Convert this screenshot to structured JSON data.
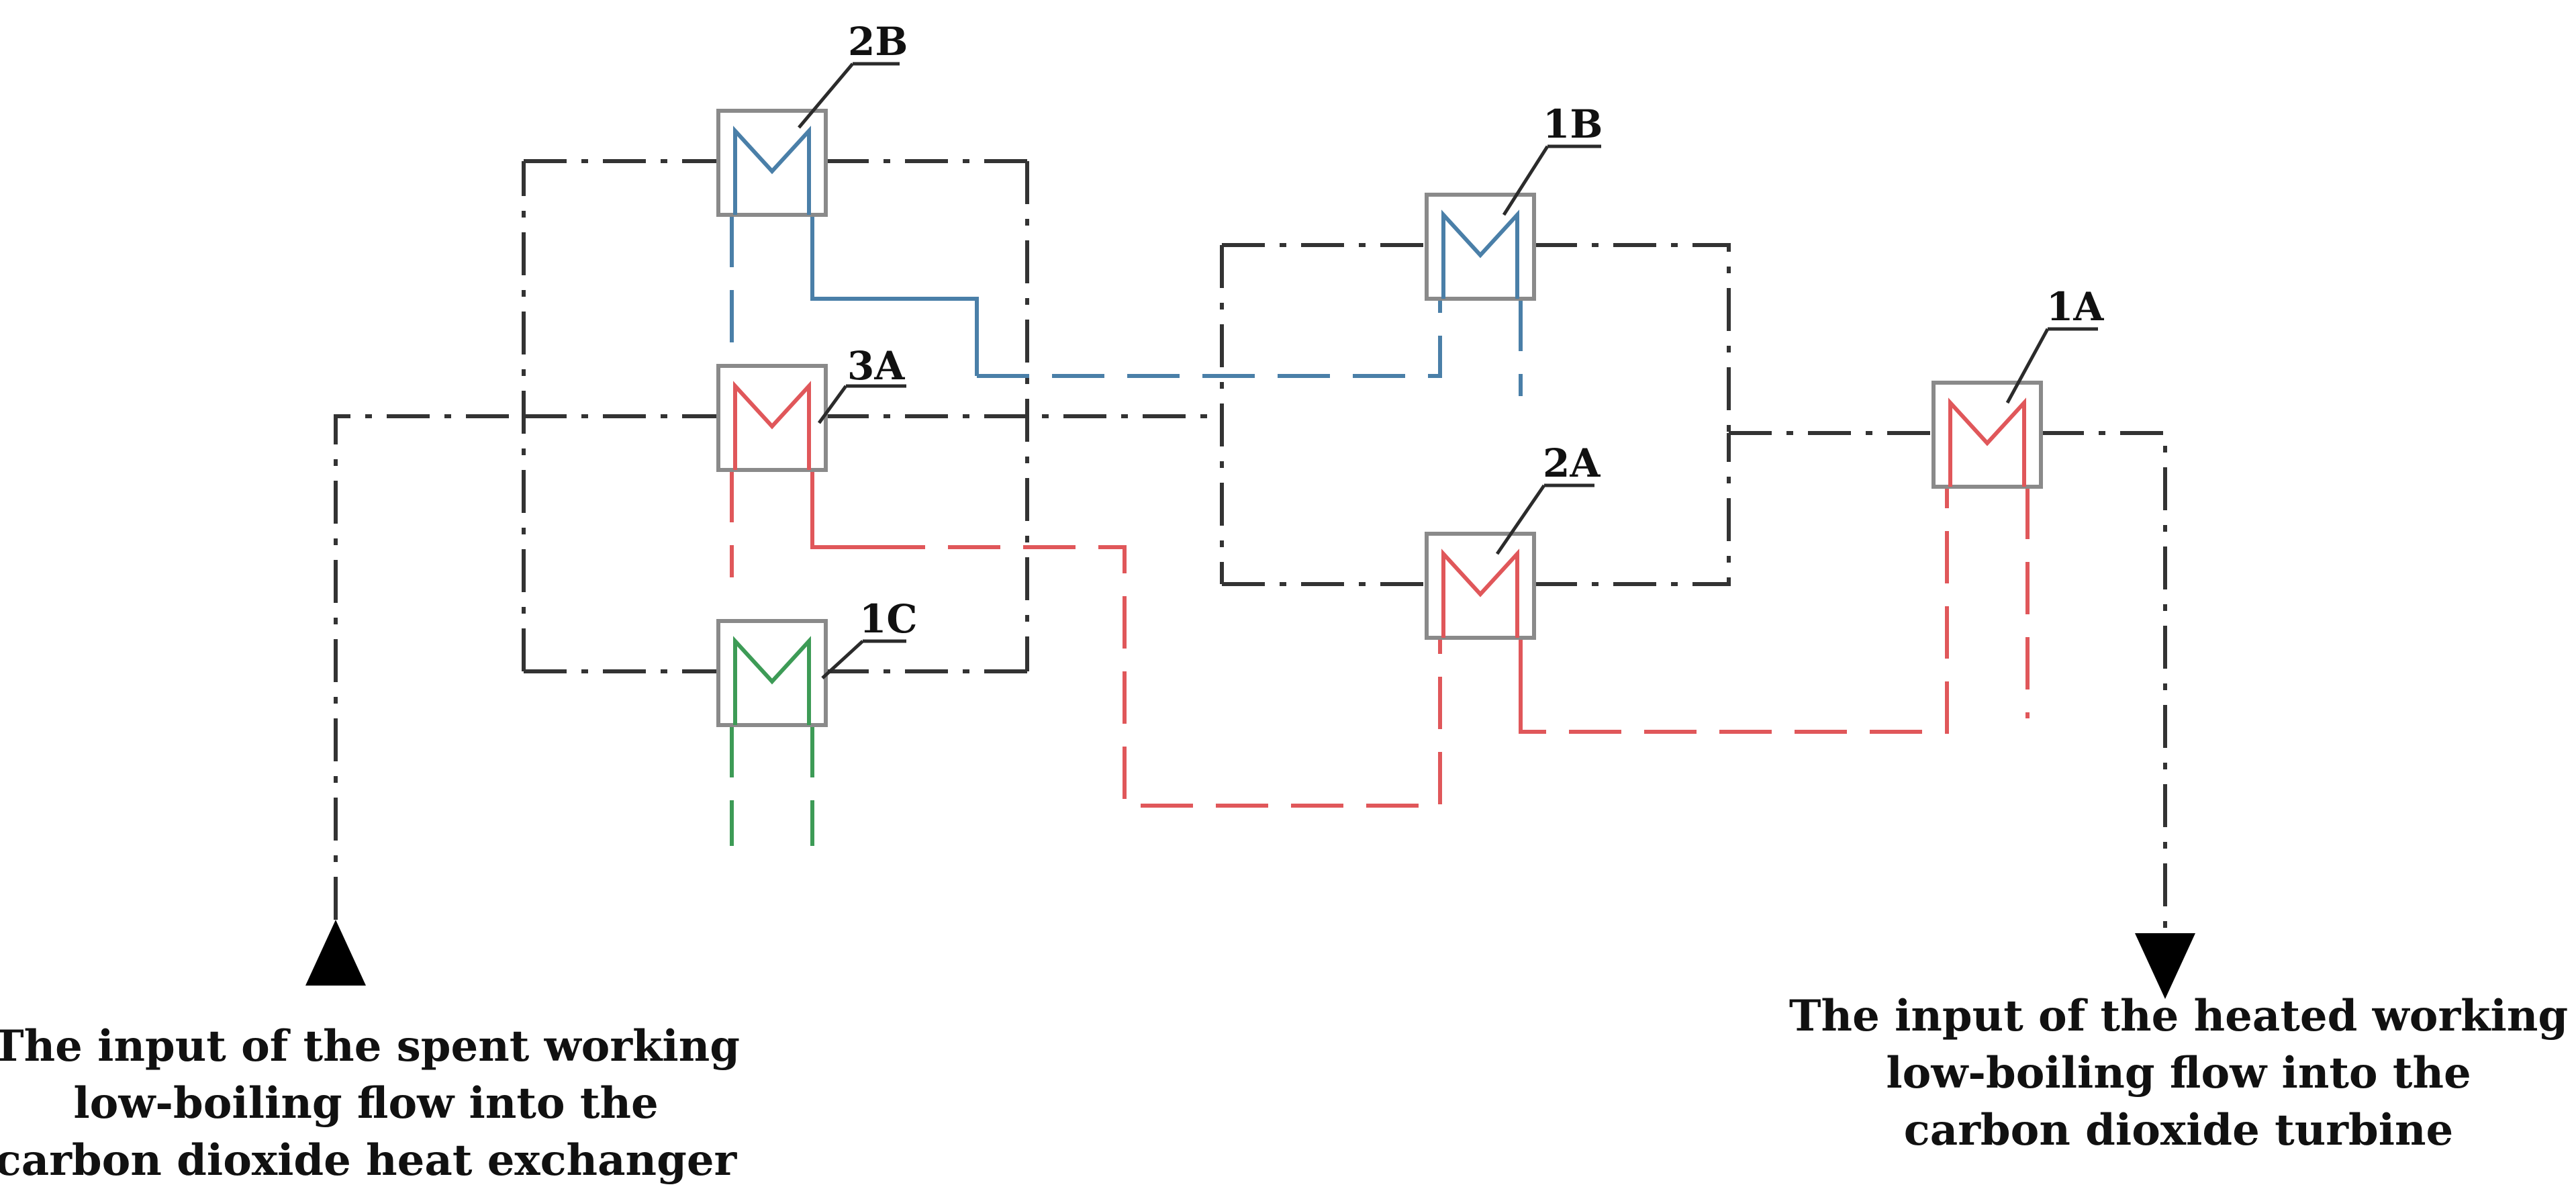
{
  "colors": {
    "line": "#333333",
    "box": "#8a8a8a",
    "blue": "#4a7fa8",
    "red": "#e0575a",
    "green": "#3d9b56",
    "arrow": "#000000"
  },
  "labels": {
    "hx_2B": "2B",
    "hx_1B": "1B",
    "hx_3A": "3A",
    "hx_1A": "1A",
    "hx_2A": "2A",
    "hx_1C": "1C"
  },
  "captions": {
    "input": [
      "The input of the spent working",
      "low-boiling flow into the",
      "carbon dioxide heat exchanger"
    ],
    "output": [
      "The input of the heated working",
      "low-boiling flow into the",
      "carbon dioxide turbine"
    ]
  }
}
